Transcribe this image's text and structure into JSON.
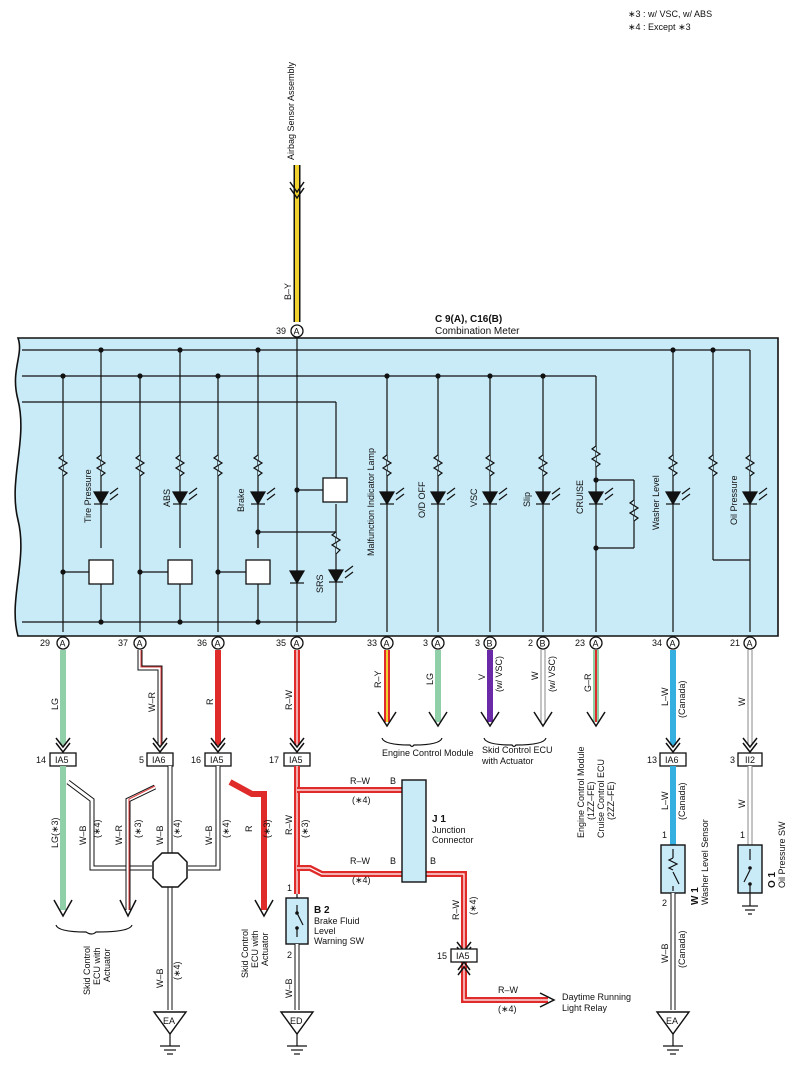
{
  "notes": {
    "note1": "∗3 : w/ VSC,  w/ ABS",
    "note2": "∗4 : Except ∗3"
  },
  "meter": {
    "title": "C 9(A), C16(B)",
    "subtitle": "Combination Meter",
    "top_pin": "39",
    "indicators": [
      "Tire Pressure",
      "ABS",
      "Brake",
      "SRS",
      "Malfunction Indicator Lamp",
      "O/D OFF",
      "VSC",
      "Slip",
      "CRUISE",
      "Washer Level",
      "Oil Pressure"
    ],
    "bottom_pins": [
      "29",
      "37",
      "36",
      "35",
      "33",
      "3",
      "3",
      "2",
      "23",
      "34",
      "21"
    ],
    "connector_letters": [
      "A",
      "A",
      "A",
      "A",
      "A",
      "A",
      "B",
      "B",
      "A",
      "A",
      "A"
    ]
  },
  "top_wire": {
    "dest": "Airbag Sensor Assembly",
    "color": "B–Y"
  },
  "wires_upper": [
    "LG",
    "W–R",
    "R",
    "R–W",
    "R–Y",
    "LG",
    "V",
    "W",
    "G–R",
    "L–W",
    "W"
  ],
  "wire_notes": {
    "vsc1": "(w/ VSC)",
    "vsc2": "(w/ VSC)",
    "canada1": "(Canada)",
    "canada2": "(Canada)",
    "canada3": "(Canada)"
  },
  "dests": {
    "ecm": "Engine Control Module",
    "skid": "Skid Control ECU with Actuator",
    "ecm_cruise": [
      "Engine Control Module",
      "(1ZZ–FE)",
      "Cruise Control ECU",
      "(2ZZ–FE)"
    ],
    "skid_left": [
      "Skid Control",
      "ECU with",
      "Actuator"
    ],
    "skid_mid": [
      "Skid Control",
      "ECU with",
      "Actuator"
    ],
    "drl": [
      "Daytime Running",
      "Light Relay"
    ]
  },
  "connectors": {
    "ia5_1": {
      "pin": "14",
      "label": "IA5"
    },
    "ia6_1": {
      "pin": "5",
      "label": "IA6"
    },
    "ia5_2": {
      "pin": "16",
      "label": "IA5"
    },
    "ia5_3": {
      "pin": "17",
      "label": "IA5"
    },
    "ia6_2": {
      "pin": "13",
      "label": "IA6"
    },
    "ii2": {
      "pin": "3",
      "label": "II2"
    },
    "ia5_4": {
      "pin": "15",
      "label": "IA5"
    }
  },
  "lower_wires": {
    "lg3": "LG(∗3)",
    "wb4a": "W–B",
    "n4a": "(∗4)",
    "wr3": "W–R",
    "n3a": "(∗3)",
    "wb_c": "W–B",
    "n4b": "(∗4)",
    "wb_d": "W–B",
    "n4c": "(∗4)",
    "r3": "R",
    "n3b": "(∗3)",
    "rw3": "R–W",
    "n3c": "(∗3)",
    "rw_b1": "R–W",
    "n4d": "(∗4)",
    "rw_b2": "R–W",
    "n4e": "(∗4)",
    "rw_j": "R–W",
    "n4f": "(∗4)",
    "rw_drl": "R–W",
    "n4g": "(∗4)",
    "lw_low": "L–W",
    "w_low": "W",
    "wb_ea1": "W–B",
    "n4h": "(∗4)",
    "wb_ed": "W–B",
    "wb_ea2": "W–B"
  },
  "j1": {
    "id": "J 1",
    "name1": "Junction",
    "name2": "Connector",
    "pin": "B"
  },
  "b2": {
    "id": "B 2",
    "lines": [
      "Brake Fluid",
      "Level",
      "Warning SW"
    ],
    "pin1": "1",
    "pin2": "2"
  },
  "w1": {
    "id": "W 1",
    "name": "Washer Level Sensor",
    "pin1": "1",
    "pin2": "2"
  },
  "o1": {
    "id": "O 1",
    "name": "Oil Pressure SW",
    "pin1": "1"
  },
  "grounds": [
    "EA",
    "ED",
    "EA"
  ]
}
